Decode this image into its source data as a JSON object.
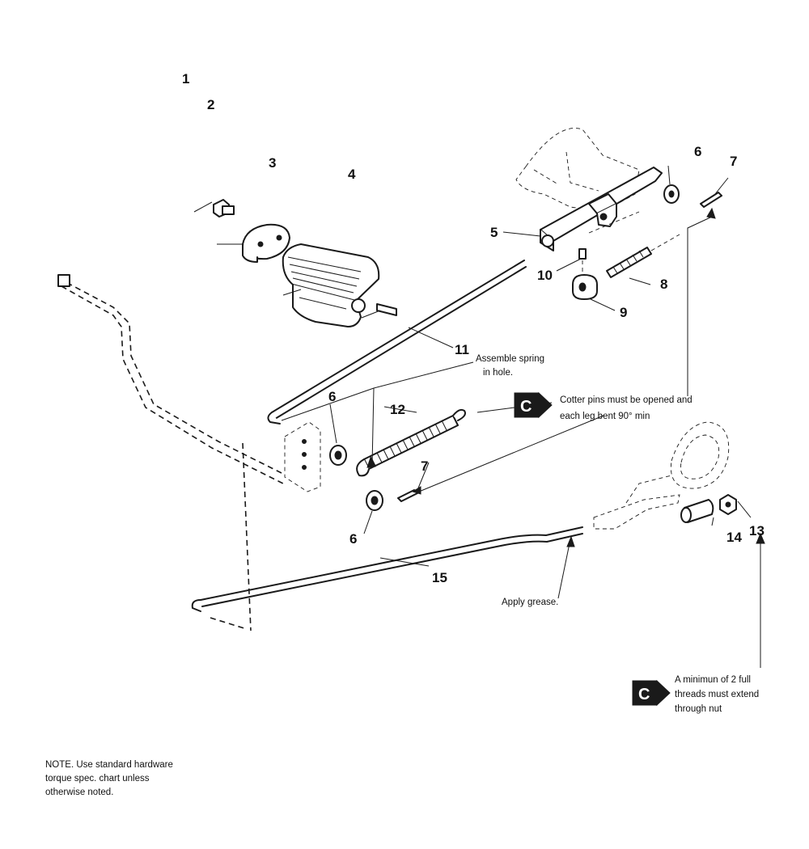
{
  "callouts": {
    "c1": "1",
    "c2": "2",
    "c3": "3",
    "c4": "4",
    "c5": "5",
    "c6a": "6",
    "c6b": "6",
    "c6c": "6",
    "c7a": "7",
    "c7b": "7",
    "c8": "8",
    "c9": "9",
    "c10": "10",
    "c11": "11",
    "c12": "12",
    "c13": "13",
    "c14": "14",
    "c15": "15"
  },
  "notes": {
    "spring_line1": "Assemble spring",
    "spring_line2": "in hole.",
    "cotter_line1": "Cotter pins must be opened and",
    "cotter_line2": "each leg bent 90° min",
    "grease": "Apply grease.",
    "thread_line1": "A minimun of 2 full",
    "thread_line2": "threads must extend",
    "thread_line3": "through nut",
    "torque_line1": "NOTE. Use standard hardware",
    "torque_line2": "torque spec. chart unless",
    "torque_line3": "otherwise noted."
  },
  "caution_symbol": "C",
  "icons": [
    "caution-c-icon",
    "caution-c-icon"
  ],
  "colors": {
    "ink": "#1a1a1a",
    "paper": "#ffffff"
  }
}
